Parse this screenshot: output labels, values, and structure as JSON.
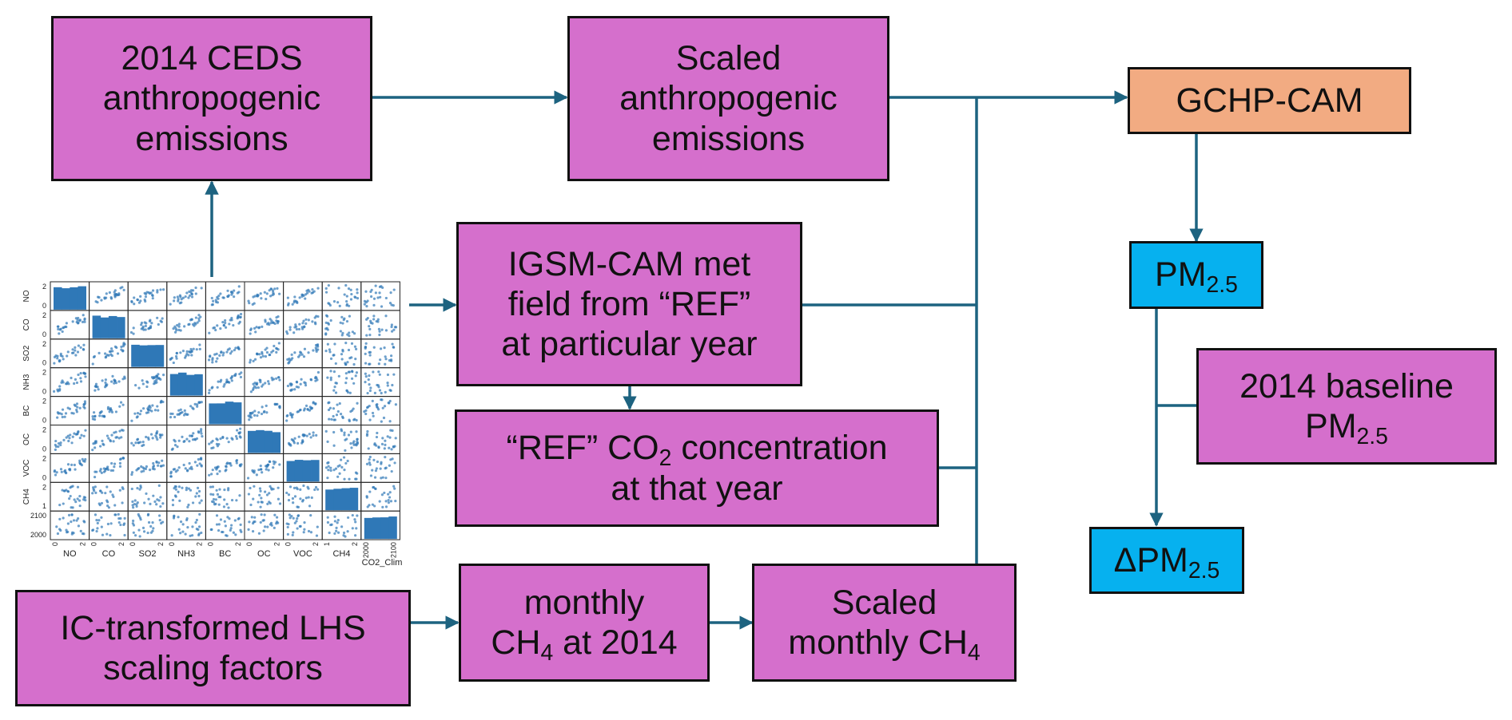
{
  "boxes": {
    "ceds": [
      "2014 CEDS",
      "anthropogenic",
      "emissions"
    ],
    "scaled_anthro": [
      "Scaled",
      "anthropogenic",
      "emissions"
    ],
    "gchp": "GCHP-CAM",
    "pm25": {
      "main": "PM",
      "sub": "2.5"
    },
    "igsm": [
      "IGSM-CAM met",
      "field from “REF”",
      "at particular year"
    ],
    "ref_co2": {
      "l1_pre": "“REF” CO",
      "l1_sub": "2",
      "l1_post": " concentration",
      "l2": "at that year"
    },
    "baseline": {
      "l1": "2014 baseline",
      "l2_main": "PM",
      "l2_sub": "2.5"
    },
    "dpm25": {
      "main": "ΔPM",
      "sub": "2.5"
    },
    "lhs": [
      "IC-transformed LHS",
      "scaling factors"
    ],
    "monthly_ch4": {
      "l1": "monthly",
      "l2_pre": "CH",
      "l2_sub": "4",
      "l2_post": " at 2014"
    },
    "scaled_ch4": {
      "l1": "Scaled",
      "l2_pre": "monthly CH",
      "l2_sub": "4"
    }
  },
  "matrix": {
    "variables": [
      "NO",
      "CO",
      "SO2",
      "NH3",
      "BC",
      "OC",
      "VOC",
      "CH4",
      "CO2_Clim"
    ],
    "x_labels": [
      "NO",
      "CO",
      "SO2",
      "NH3",
      "BC",
      "OC",
      "VOC",
      "CH4",
      "CO2_Clim"
    ],
    "y_labels": [
      "NO",
      "CO",
      "SO2",
      "NH3",
      "BC",
      "OC",
      "VOC",
      "CH4",
      ""
    ],
    "x_ticks": [
      [
        "0",
        "2"
      ],
      [
        "0",
        "2"
      ],
      [
        "0",
        "2"
      ],
      [
        "0",
        "2"
      ],
      [
        "0",
        "2"
      ],
      [
        "0",
        "2"
      ],
      [
        "0",
        "2"
      ],
      [
        "1",
        "2"
      ],
      [
        "2000",
        "2100"
      ]
    ],
    "y_ticks": [
      [
        "2",
        "0"
      ],
      [
        "2",
        "0"
      ],
      [
        "2",
        "0"
      ],
      [
        "2",
        "0"
      ],
      [
        "2",
        "0"
      ],
      [
        "2",
        "0"
      ],
      [
        "2",
        "0"
      ],
      [
        "2",
        "1"
      ],
      [
        "2100",
        "2000"
      ]
    ],
    "color": "#2f78b7"
  },
  "colors": {
    "box_magenta": "#d56fcc",
    "box_orange": "#f2ab82",
    "box_cyan": "#06b1ef",
    "arrow": "#1d6380"
  }
}
